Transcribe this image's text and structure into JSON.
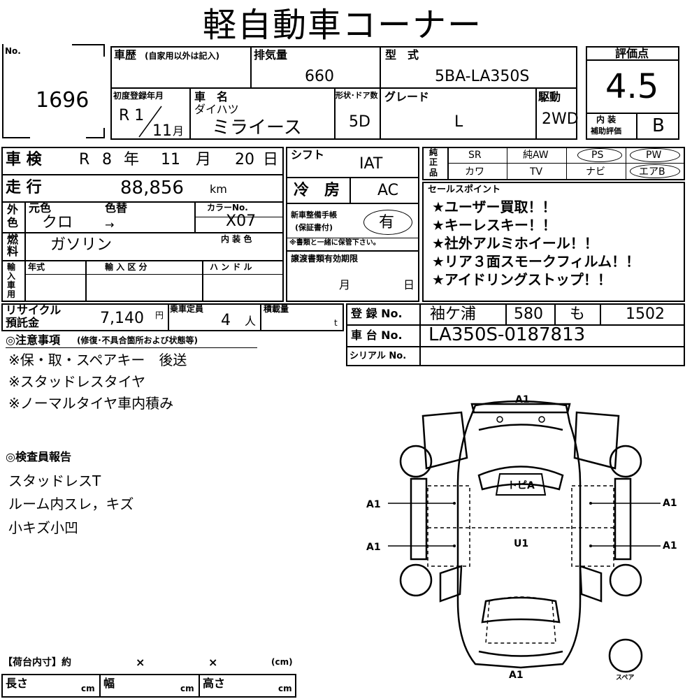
{
  "title": "軽自動車コーナー",
  "lot": {
    "no_label": "No.",
    "number": "1696"
  },
  "history": {
    "label": "車歴",
    "sublabel": "(自家用以外は記入)",
    "value": ""
  },
  "displacement": {
    "label": "排気量",
    "value": "660"
  },
  "model": {
    "label": "型　式",
    "value": "5BA-LA350S"
  },
  "first_reg": {
    "label": "初度登録年月",
    "era": "R 1",
    "month": "11",
    "month_unit": "月"
  },
  "name": {
    "label": "車　名",
    "maker": "ダイハツ",
    "value": "ミライース"
  },
  "doors": {
    "label": "形状･ドア数",
    "value": "5D"
  },
  "grade": {
    "label": "グレード",
    "value": "L"
  },
  "drive": {
    "label": "駆動",
    "value": "2WD"
  },
  "score": {
    "label": "評価点",
    "value": "4.5",
    "interior_label_1": "内 装",
    "interior_label_2": "補助評価",
    "interior_value": "B"
  },
  "inspection": {
    "label": "車 検",
    "era": "R",
    "year": "8",
    "year_unit": "年",
    "month": "11",
    "month_unit": "月",
    "day": "20",
    "day_unit": "日"
  },
  "mileage": {
    "label": "走 行",
    "value": "88,856",
    "unit": "km"
  },
  "color": {
    "side_1": "外",
    "side_2": "色",
    "orig_label": "元色",
    "change_label": "色替",
    "orig_value": "クロ",
    "arrow": "→",
    "code_label": "カラーNo.",
    "code_value": "X07"
  },
  "fuel": {
    "side_1": "燃",
    "side_2": "料",
    "value": "ガソリン",
    "interior_color_label": "内 装 色"
  },
  "import": {
    "side": [
      "輸",
      "入",
      "車",
      "用"
    ],
    "year_label": "年式",
    "type_label": "輸 入 区 分",
    "handle_label": "ハ ン ド ル"
  },
  "shift": {
    "label": "シフト",
    "value": "IAT"
  },
  "ac": {
    "label": "冷　房",
    "value": "AC"
  },
  "manual": {
    "label_1": "新車整備手帳",
    "label_2": "(保証書付)",
    "value": "有",
    "note": "※書類と一緒に保管下さい。"
  },
  "options": {
    "side": [
      "純",
      "正",
      "品"
    ],
    "row1": [
      "SR",
      "純AW",
      "PS",
      "PW"
    ],
    "row2": [
      "カワ",
      "TV",
      "ナビ",
      "エアB"
    ]
  },
  "sales": {
    "label": "セールスポイント",
    "items": [
      "★ユーザー買取！！",
      "★キーレスキー！！",
      "★社外アルミホイール！！",
      "★リア３面スモークフィルム！！",
      "★アイドリングストップ！！"
    ]
  },
  "transfer": {
    "label": "譲渡書類有効期限",
    "month_unit": "月",
    "day_unit": "日"
  },
  "recycle": {
    "label_1": "リサイクル",
    "label_2": "預託金",
    "value": "7,140",
    "unit": "円"
  },
  "capacity": {
    "label": "乗車定員",
    "value": "4",
    "unit": "人"
  },
  "load": {
    "label": "積載量",
    "unit": "t"
  },
  "registration": {
    "label": "登 録 No.",
    "place": "袖ケ浦",
    "class": "580",
    "kana": "も",
    "number": "1502"
  },
  "chassis": {
    "label": "車 台 No.",
    "value": "LA350S-0187813"
  },
  "serial": {
    "label": "シリアル No."
  },
  "notes": {
    "title": "◎注意事項",
    "subtitle": "(修復･不具合箇所および状態等)",
    "lines": [
      "※保・取・スペアキー　後送",
      "※スタッドレスタイヤ",
      "※ノーマルタイヤ車内積み"
    ]
  },
  "inspector": {
    "title": "◎検査員報告",
    "lines": [
      "スタッドレスT",
      "ルーム内スレ，キズ",
      "小キズ小凹"
    ]
  },
  "diagram": {
    "top": "A1",
    "bottom": "A1",
    "left_1": "A1",
    "left_2": "A1",
    "right_1": "A1",
    "right_2": "A1",
    "roof": "トピA",
    "center": "U1",
    "spare": "スペア"
  },
  "cargo": {
    "title": "【荷台内寸】約",
    "x1": "×",
    "x2": "×",
    "unit_label": "(cm)",
    "length": "長さ",
    "width": "幅",
    "height": "高さ",
    "unit": "cm"
  }
}
